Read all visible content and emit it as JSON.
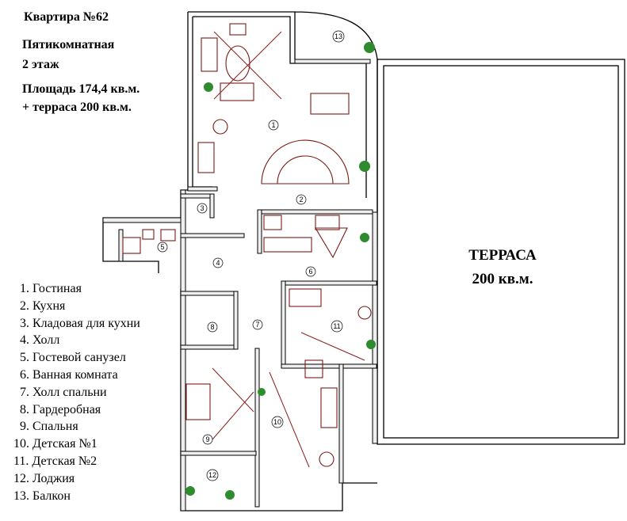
{
  "header": {
    "title": "Квартира №62",
    "rooms_type": "Пятикомнатная",
    "floor": "2 этаж",
    "area": "Площадь 174,4 кв.м.",
    "terrace_area": "+ терраса 200 кв.м."
  },
  "terrace": {
    "label": "ТЕРРАСА",
    "area": "200 кв.м."
  },
  "legend": [
    "1. Гостиная",
    "2. Кухня",
    "3. Кладовая для кухни",
    "4. Холл",
    "5. Гостевой санузел",
    "6. Ванная комната",
    "7. Холл спальни",
    "8. Гардеробная",
    "9. Спальня",
    "10. Детская №1",
    "11. Детская №2",
    "12. Лоджия",
    "13. Балкон"
  ],
  "room_numbers": [
    "1",
    "2",
    "3",
    "4",
    "5",
    "6",
    "7",
    "8",
    "9",
    "10",
    "11",
    "12",
    "13"
  ],
  "colors": {
    "furniture": "#7a1a14",
    "plants": "#2e8b2e",
    "walls": "#000000"
  }
}
